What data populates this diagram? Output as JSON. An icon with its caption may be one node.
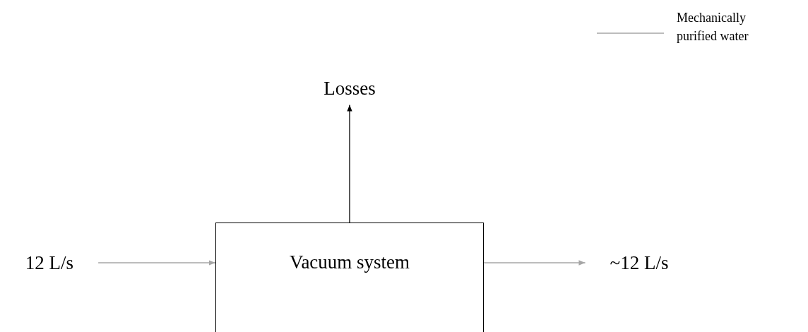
{
  "diagram": {
    "nodes": [
      {
        "text": [
          "12 L/s"
        ]
      },
      {
        "text": [
          "Vacuum system"
        ]
      },
      {
        "text": [
          "~12 L/s"
        ]
      },
      {
        "text": [
          "Losses"
        ]
      }
    ],
    "edges": [
      {
        "from": 0,
        "to": 1,
        "arrow": "to"
      },
      {
        "from": 1,
        "to": 2,
        "arrow": "to"
      },
      {
        "from": 1,
        "to": 3,
        "arrow": "to",
        "color": "#000000"
      }
    ],
    "legend": [
      {
        "text": "Mechanically purified water"
      }
    ]
  }
}
